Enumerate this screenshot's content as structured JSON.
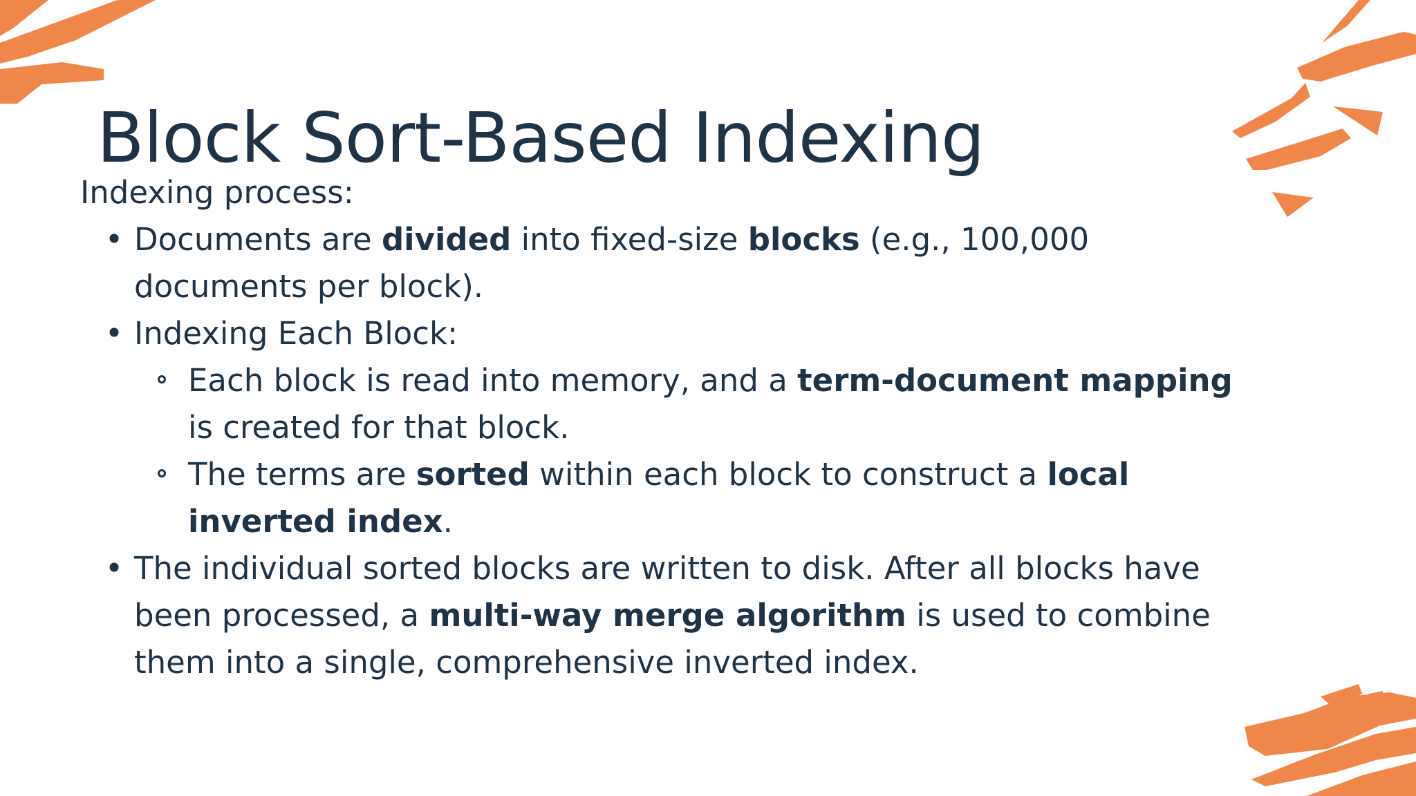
{
  "slide": {
    "title": "Block Sort-Based Indexing",
    "lead": "Indexing process:",
    "bullets": [
      {
        "parts": [
          "Documents are ",
          "divided",
          " into fixed-size ",
          "blocks",
          " (e.g., 100,000 documents per block)."
        ]
      },
      {
        "label": "Indexing Each Block:",
        "sub": [
          {
            "parts": [
              "Each block is read into memory, and a ",
              "term-document mapping",
              " is created for that block."
            ]
          },
          {
            "parts": [
              "The terms are ",
              "sorted",
              " within each block to construct a ",
              "local inverted index",
              "."
            ]
          }
        ]
      },
      {
        "parts": [
          "The individual sorted blocks are written to disk. After all blocks have been processed, a ",
          "multi-way merge algorithm",
          " is used to combine them into a single, comprehensive inverted index."
        ]
      }
    ]
  },
  "theme": {
    "text_color": "#1f3347",
    "accent_color": "#f0874a",
    "background": "#ffffff"
  },
  "decorations": [
    "brush-stroke-top-left",
    "brush-stroke-top-right",
    "brush-stroke-bottom-right"
  ]
}
